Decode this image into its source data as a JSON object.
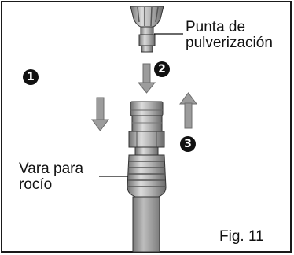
{
  "labels": {
    "tip": [
      "Punta de",
      "pulverización"
    ],
    "wand": [
      "Vara para",
      "rocío"
    ],
    "figure": "Fig. 11"
  },
  "steps": [
    "1",
    "2",
    "3"
  ],
  "colors": {
    "metal_dark": "#6f6f6f",
    "metal_mid": "#a9a9a9",
    "metal_light": "#dcdcdc",
    "arrow": "#9c9c9c",
    "ink": "#111111"
  }
}
